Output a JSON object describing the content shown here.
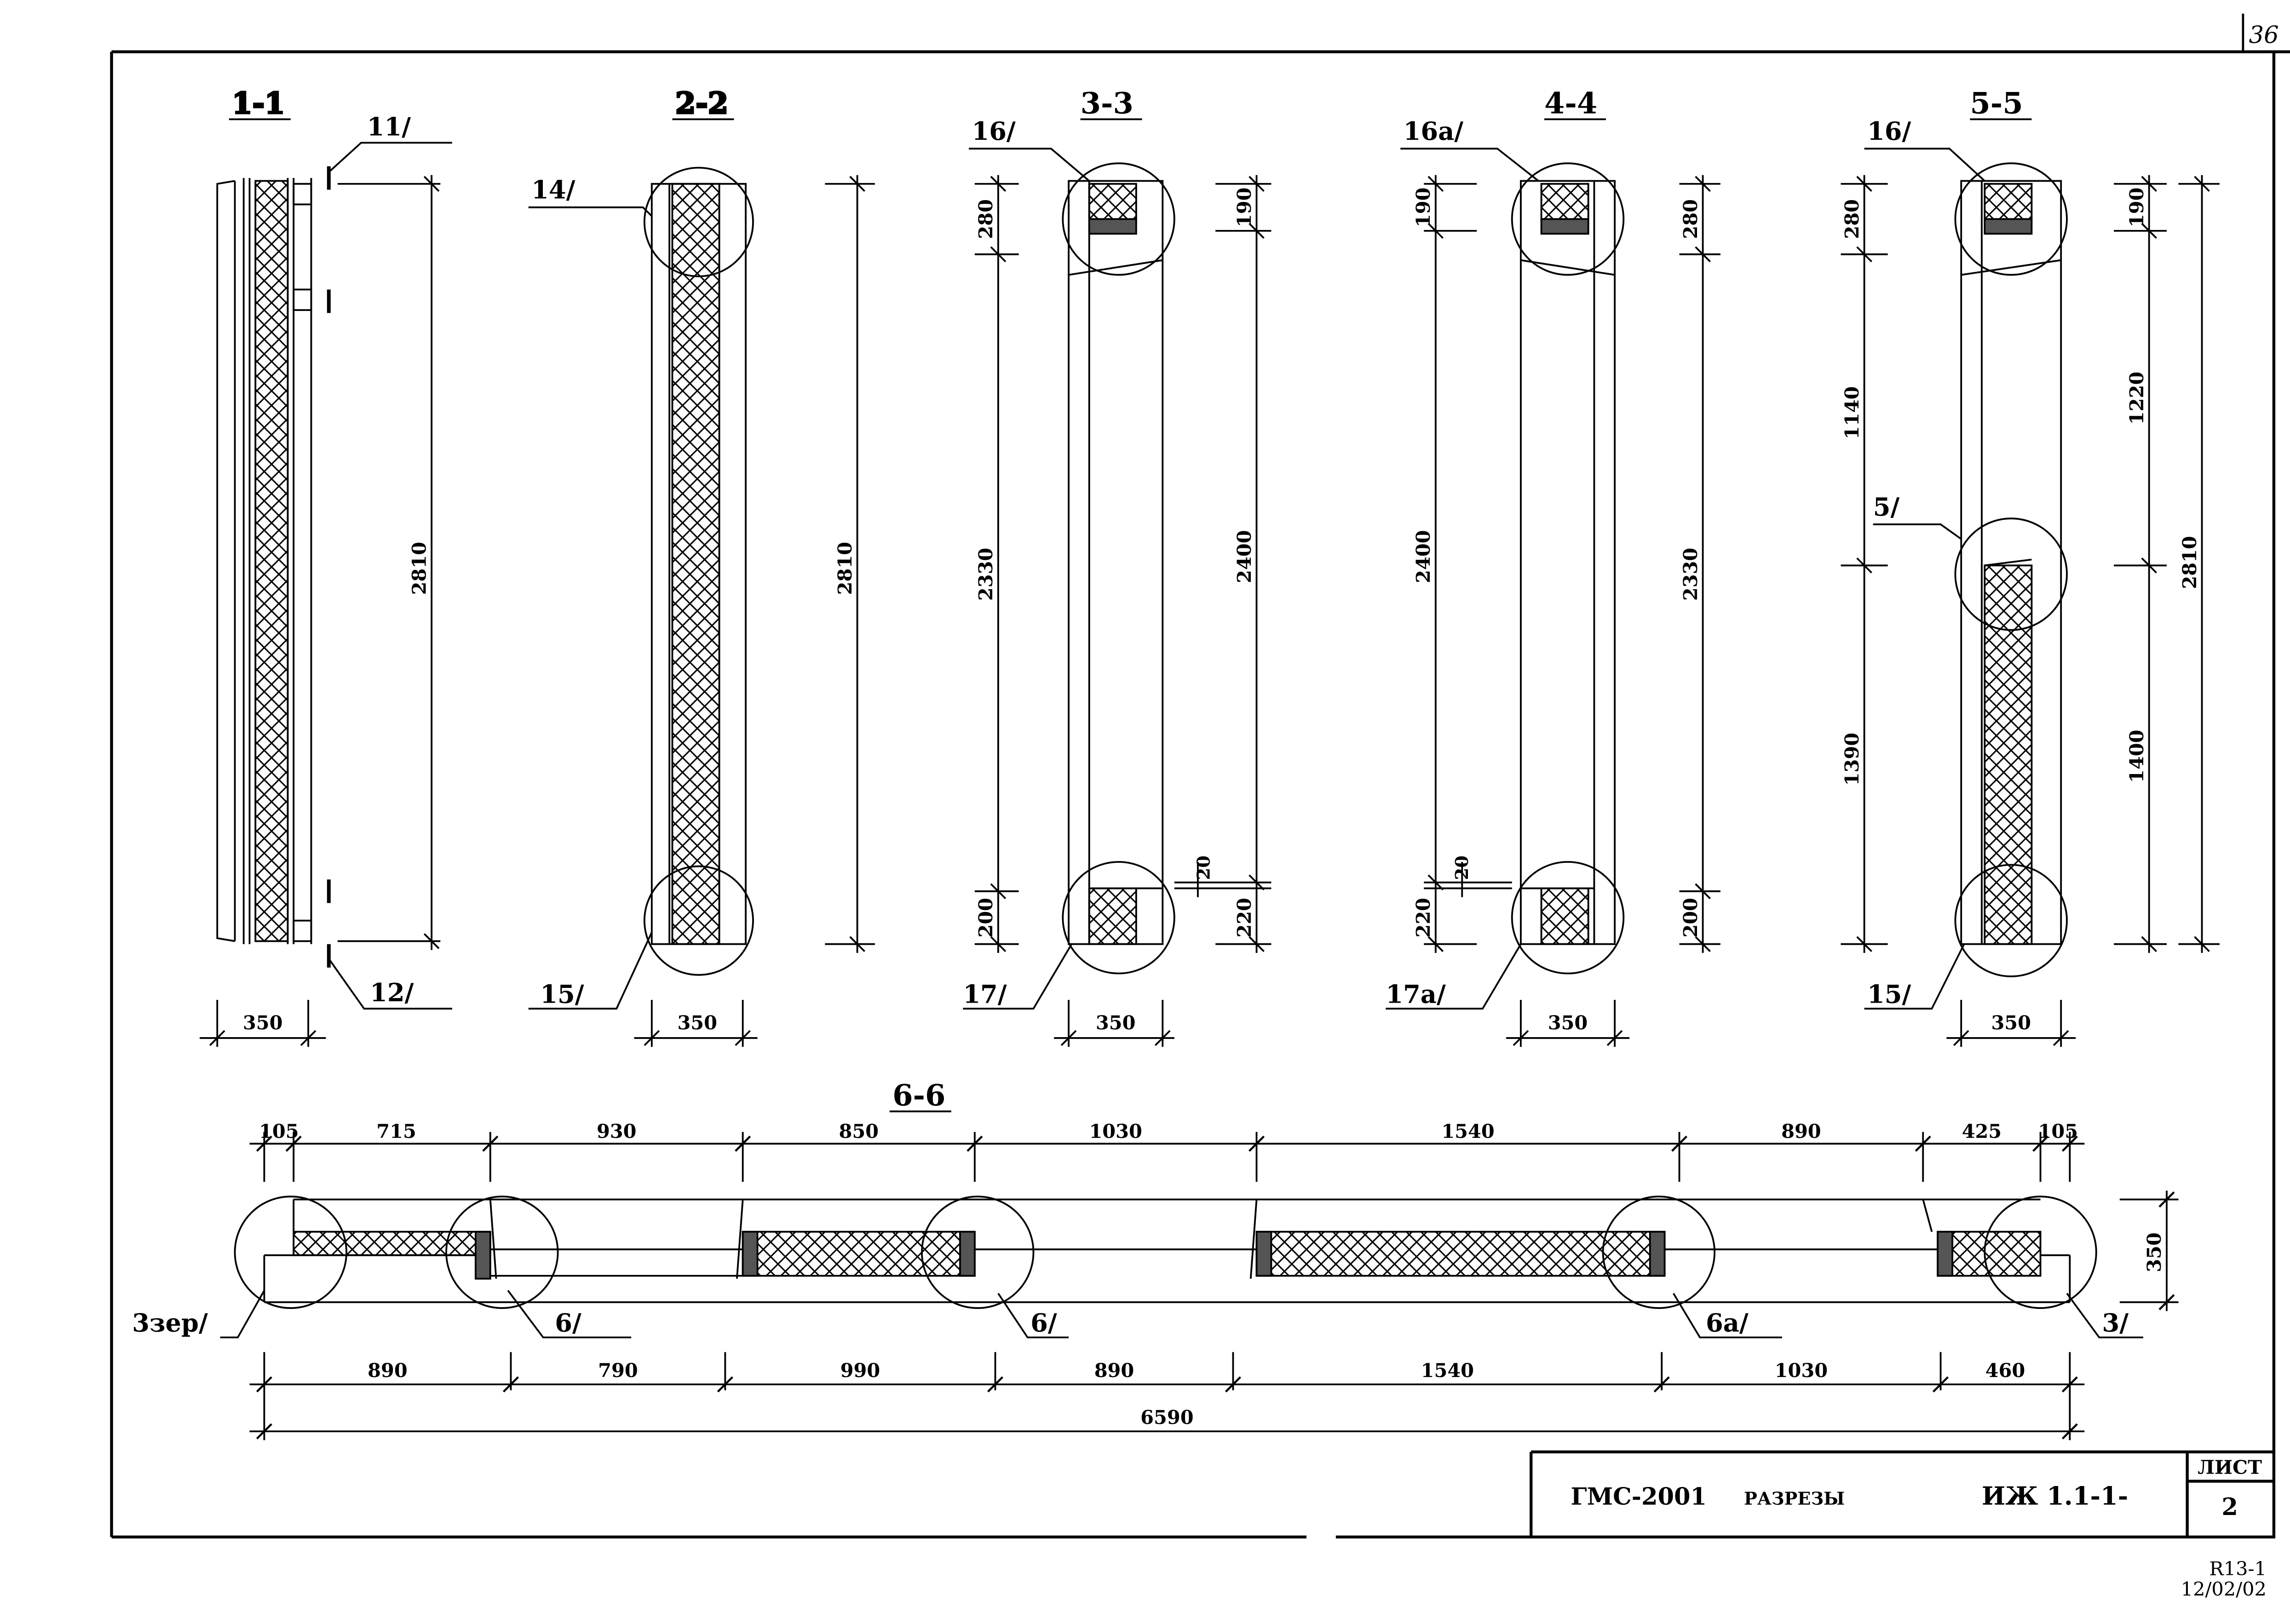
{
  "page_number": "36",
  "sections": [
    {
      "title": "1-1",
      "leaders": [
        "11/",
        "12/"
      ],
      "height_dim": "2810",
      "width_dim": "350"
    },
    {
      "title": "2-2",
      "leaders": [
        "14/",
        "15/"
      ],
      "height_dim": "2810",
      "width_dim": "350"
    },
    {
      "title": "3-3",
      "leaders": [
        "16/",
        "17/"
      ],
      "left_dims": [
        "280",
        "2330",
        "200"
      ],
      "right_dims": [
        "190",
        "2400",
        "20",
        "220"
      ],
      "width_dim": "350"
    },
    {
      "title": "4-4",
      "leaders": [
        "16a/",
        "17a/"
      ],
      "left_dims": [
        "190",
        "2400",
        "20",
        "220"
      ],
      "right_dims": [
        "280",
        "2330",
        "200"
      ],
      "width_dim": "350"
    },
    {
      "title": "5-5",
      "leaders": [
        "16/",
        "5/",
        "15/"
      ],
      "left_dims": [
        "280",
        "1140",
        "1390"
      ],
      "right_dims": [
        "190",
        "1220",
        "1400"
      ],
      "total_dim": "2810",
      "width_dim": "350"
    }
  ],
  "plan": {
    "title": "6-6",
    "top_dims": [
      "105",
      "715",
      "930",
      "850",
      "1030",
      "1540",
      "890",
      "425",
      "105"
    ],
    "bottom_dims": [
      "890",
      "790",
      "990",
      "890",
      "1540",
      "1030",
      "460"
    ],
    "overall_dim": "6590",
    "side_dim": "350",
    "leaders": [
      "3зер/",
      "6/",
      "6/",
      "6a/",
      "3/"
    ]
  },
  "title_block": {
    "project": "ГМС-2001",
    "name": "РАЗРЕЗЫ",
    "code": "ИЖ 1.1-1-",
    "sheet_label": "ЛИСТ",
    "sheet_number": "2"
  },
  "footer": {
    "ref": "R13-1",
    "date": "12/02/02"
  }
}
